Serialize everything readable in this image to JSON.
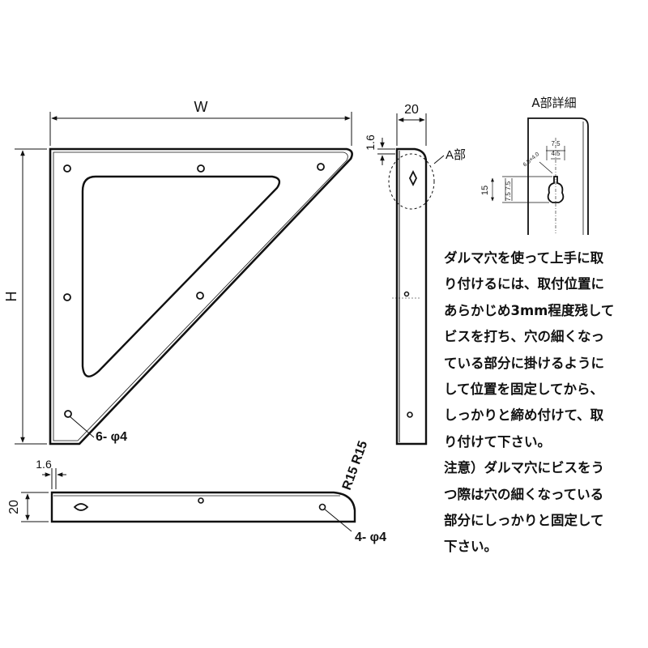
{
  "dimensions": {
    "width_label": "W",
    "height_label": "H",
    "side_depth": "20",
    "side_thickness": "1.6",
    "bottom_thickness": "1.6",
    "bottom_depth": "20",
    "radius_label": "R15 R15",
    "front_holes": "6- φ4",
    "bottom_holes": "4- φ4",
    "side_hole_pitch": "15"
  },
  "detail": {
    "section_label": "A部",
    "title": "A部詳細",
    "dim_top": "7.5",
    "dim_second": "4.5",
    "dim_height": "15",
    "dim_split": "7.5 7.5",
    "slot_note": "6.5×4.0"
  },
  "note": {
    "lines": [
      "ダルマ穴を使って上手に取",
      "り付けるには、取付位置に",
      "あらかじめ3mm程度残して",
      "ビスを打ち、穴の細くなっ",
      "ている部分に掛けるように",
      "して位置を固定してから、",
      "しっかりと締め付けて、取",
      "り付けて下さい。",
      "注意）ダルマ穴にビスをう",
      "つ際は穴の細くなっている",
      "部分にしっかりと固定して",
      "下さい。"
    ]
  }
}
